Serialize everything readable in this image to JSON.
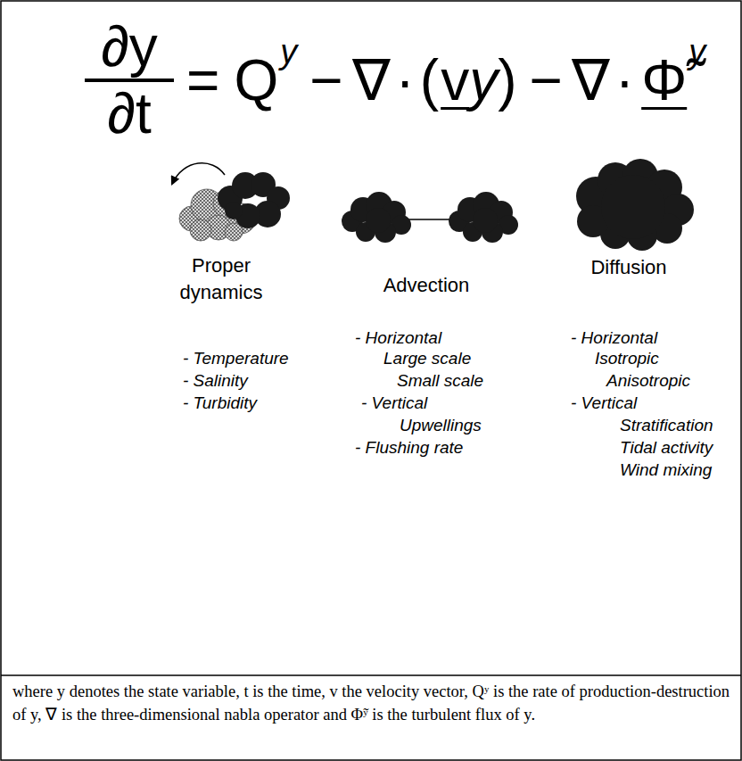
{
  "diagram": {
    "labels": [
      "∂y",
      "∂t",
      "=",
      "Q",
      "y",
      "−",
      "∇",
      "·",
      "(",
      "v",
      "y",
      ")",
      "−",
      "∇",
      "·",
      "Φ̃",
      "y",
      "Proper dynamics",
      "Advection",
      "Diffusion",
      "- Temperature",
      "- Salinity",
      "- Turbidity",
      "- Horizontal",
      "Large scale",
      "Small scale",
      "- Vertical",
      "Upwellings",
      "- Flushing rate",
      "- Horizontal",
      "Isotropic",
      "Anisotropic",
      "- Vertical",
      "Stratification",
      "Tidal activity",
      "Wind mixing"
    ],
    "caption": "where y denotes the state variable, t is the time, v the velocity vector, Qʸ is the rate of production-destruction of y, ∇ is the three-dimensional nabla operator and Φ̃ʸ is the turbulent flux of y."
  }
}
